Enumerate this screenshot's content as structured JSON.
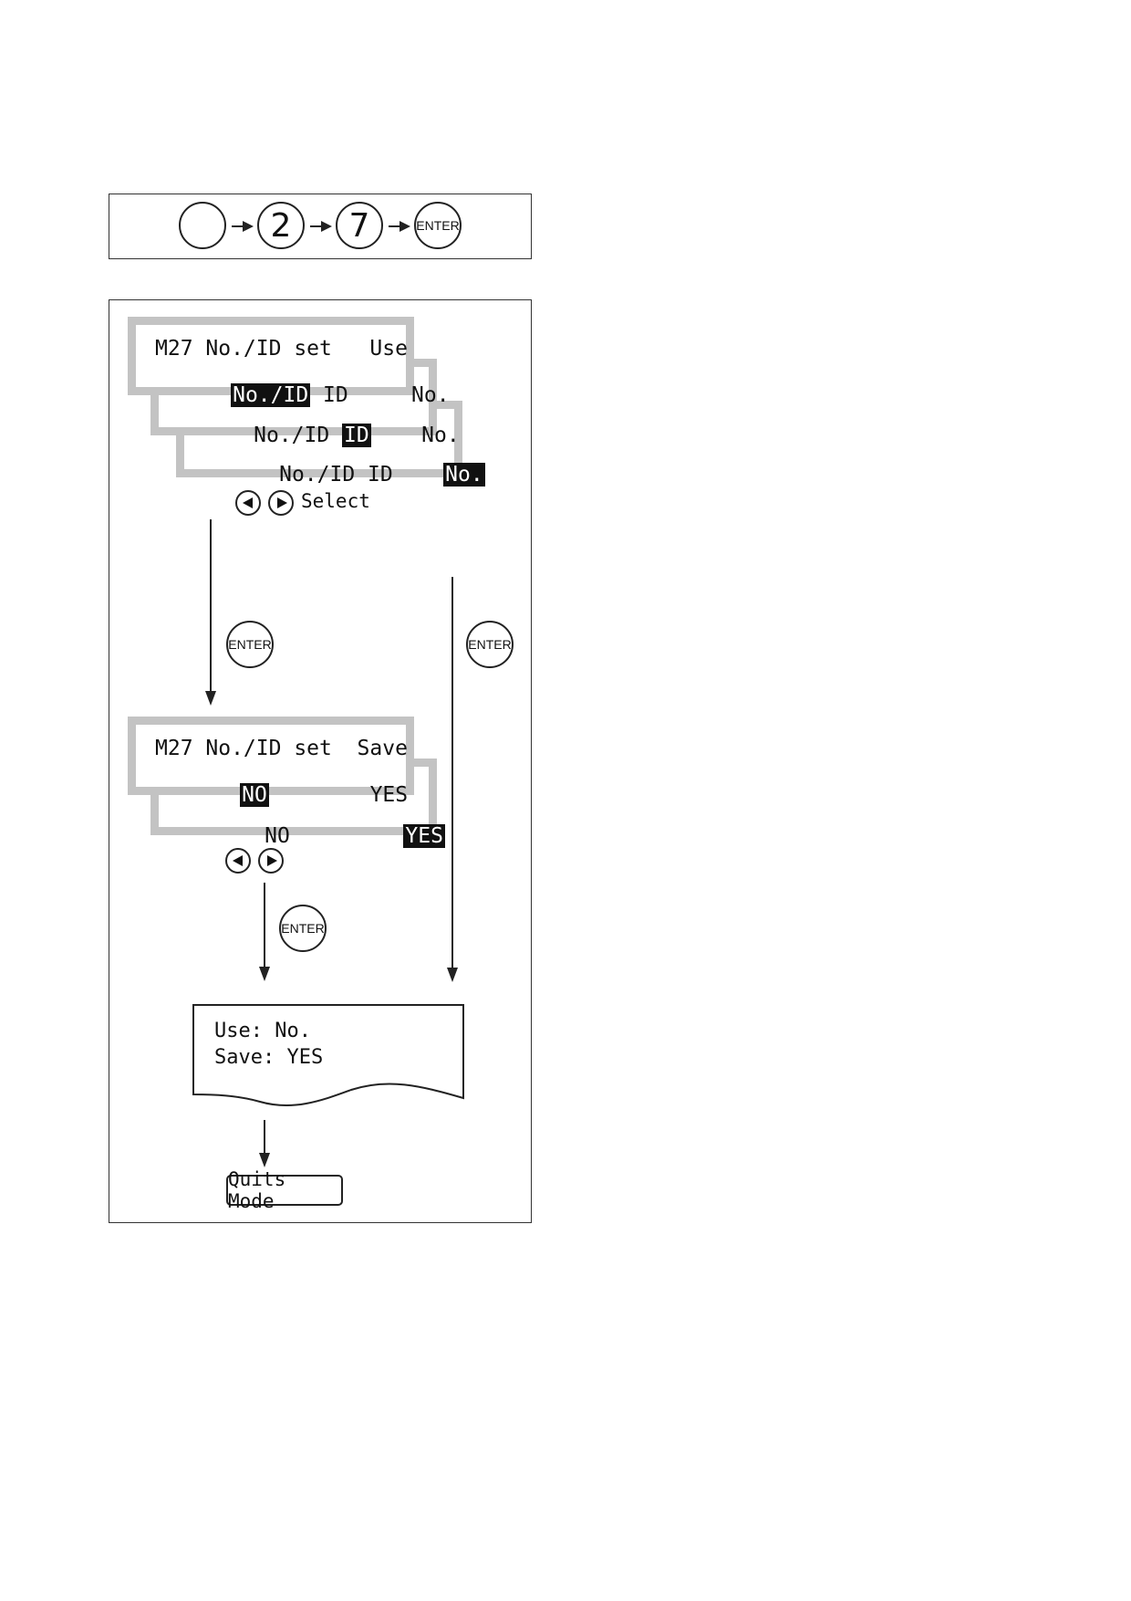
{
  "key_sequence": {
    "keys": [
      "",
      "2",
      "7",
      "ENTER"
    ]
  },
  "lcd_use": {
    "line1": "M27 No./ID set   Use",
    "row1": {
      "opt_noid": "No./ID",
      "opt_id": "ID",
      "opt_no": "No."
    },
    "row2": {
      "opt_noid": "No./ID",
      "opt_id": "ID",
      "opt_no": "No."
    },
    "row3": {
      "opt_noid": "No./ID",
      "opt_id": "ID",
      "opt_no": "No."
    }
  },
  "select_hint": "Select",
  "enter_label": "ENTER",
  "lcd_save": {
    "line1": "M27 No./ID set  Save",
    "row1": {
      "opt_no": "NO",
      "opt_yes": "YES"
    },
    "row2": {
      "opt_no": "NO",
      "opt_yes": "YES"
    }
  },
  "printout": {
    "line1": "Use: No.",
    "line2": "Save: YES"
  },
  "quits_mode": "Quits Mode"
}
